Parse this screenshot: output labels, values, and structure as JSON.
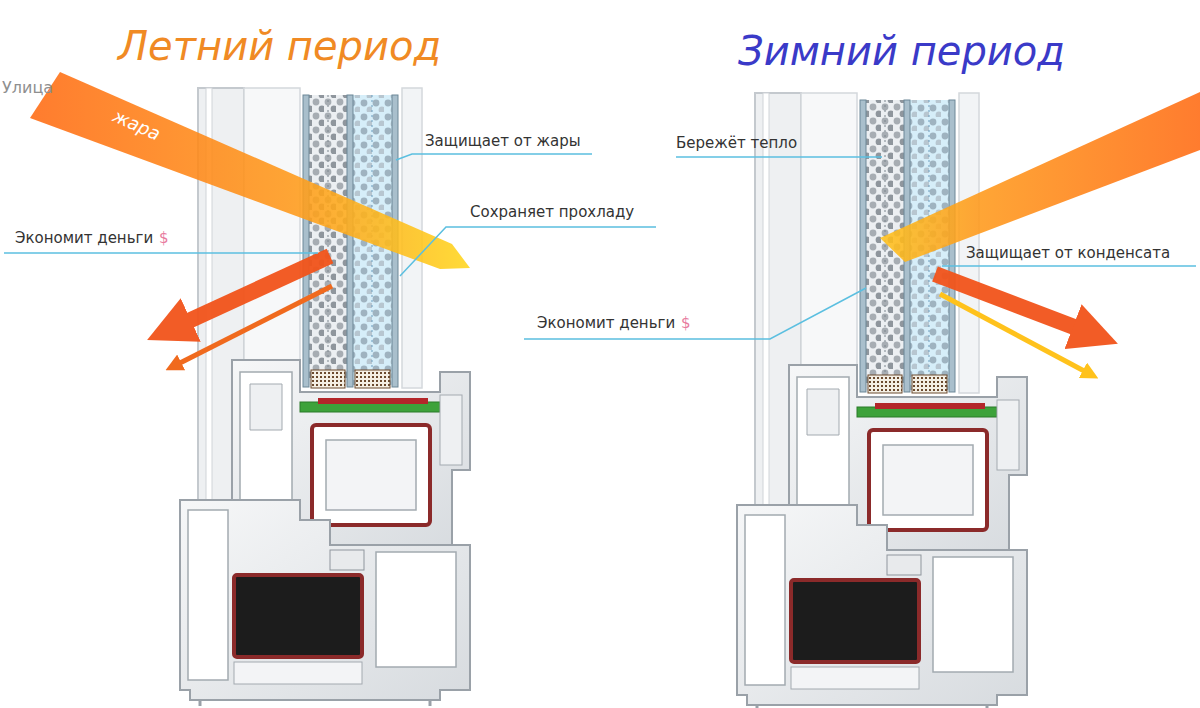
{
  "diagram": {
    "labels": [
      "Летний период",
      "Зимний период",
      "Улица",
      "жара",
      "Защищает от жары",
      "Экономит деньги",
      "$",
      "Сохраняет прохладу",
      "Бережёт тепло",
      "Защищает от конденсата",
      "Экономит деньги",
      "$"
    ]
  }
}
